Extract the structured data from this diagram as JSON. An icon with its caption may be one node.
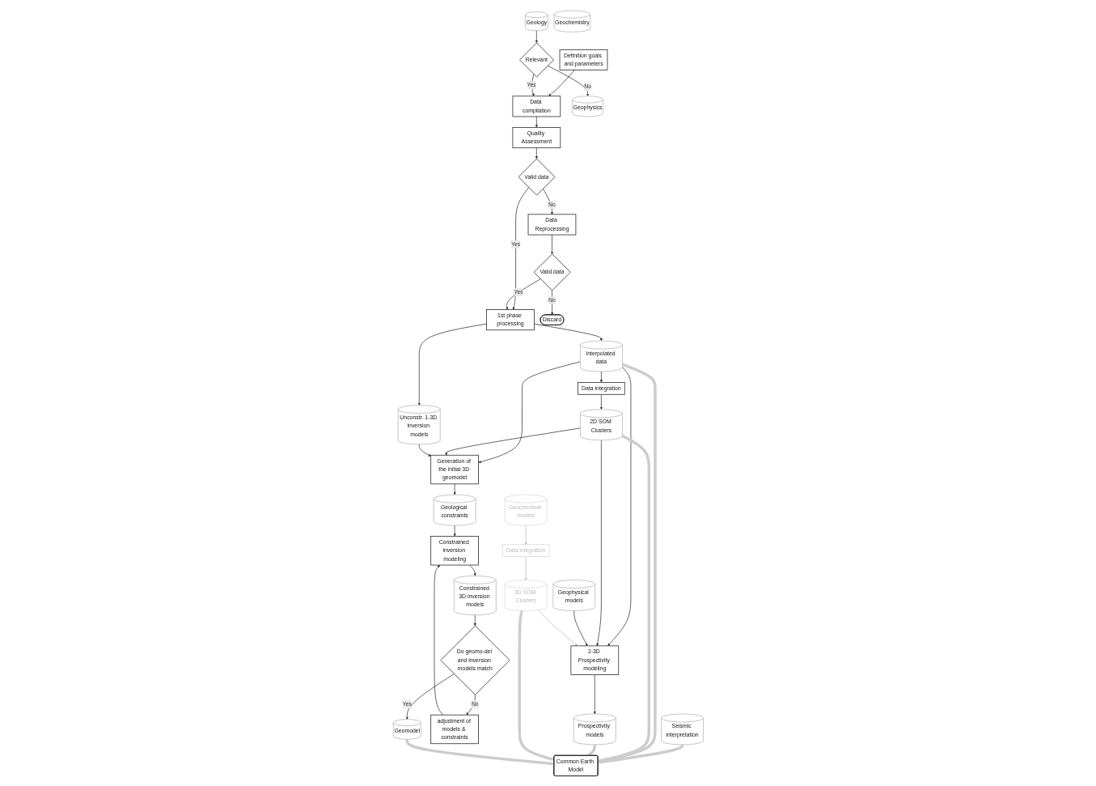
{
  "diagram": {
    "nodes": [
      {
        "text": [
          "Definition goals and parameters"
        ]
      },
      {
        "text": [
          "Data compilation"
        ]
      },
      {
        "text": [
          "Quality Assessment"
        ]
      },
      {
        "text": [
          "1st phase processing"
        ]
      },
      {
        "text": [
          "Interpolated data"
        ]
      },
      {
        "text": [
          "Data integration"
        ]
      },
      {
        "text": [
          "Generation of the initial 3D geomodel"
        ]
      },
      {
        "text": [
          "Relevant"
        ]
      },
      {
        "text": [
          "Valid data"
        ]
      },
      {
        "text": [
          "Unconstr. 1-3D inversion models"
        ]
      },
      {
        "text": [
          "2D SOM Clusters"
        ]
      },
      {
        "text": [
          "Geological constraints"
        ]
      },
      {
        "text": [
          "Seismic interpretation"
        ]
      },
      {
        "text": [
          "Geology"
        ]
      },
      {
        "text": [
          "Geophysics"
        ]
      },
      {
        "text": [
          "Geochemistry"
        ]
      },
      {
        "text": [
          "Data Reprocessing"
        ]
      },
      {
        "text": [
          "Constrained inversion modeling"
        ]
      },
      {
        "text": [
          "adjustment of models & constraints"
        ]
      },
      {
        "text": [
          "Do geomo-del and inversion models match"
        ]
      },
      {
        "text": [
          "Constrained 3D inversion models"
        ]
      },
      {
        "text": [
          "Valid data"
        ]
      },
      {
        "text": [
          "Discard"
        ]
      },
      {
        "text": [
          "Geomodel"
        ]
      },
      {
        "text": [
          "Geophysical models"
        ]
      },
      {
        "text": [
          "Geochemical models"
        ]
      },
      {
        "text": [
          "Prospectivity models"
        ]
      },
      {
        "text": [
          "2-3D Prospectivity modeling"
        ]
      },
      {
        "text": [
          "3D SOM Clusters"
        ]
      },
      {
        "text": [
          "Data integration"
        ]
      },
      {
        "text": [
          "Common Earth Model"
        ]
      }
    ],
    "edges": [
      {
        "from": 0,
        "to": 1,
        "arrow": "to"
      },
      {
        "from": 1,
        "to": 2,
        "arrow": "to"
      },
      {
        "from": 13,
        "to": 7,
        "arrow": "to"
      },
      {
        "from": 7,
        "to": 1,
        "label": "Yes",
        "arrow": "to"
      },
      {
        "from": 7,
        "to": 14,
        "label": "No",
        "arrow": "to"
      },
      {
        "from": 2,
        "to": 8,
        "arrow": "to"
      },
      {
        "from": 8,
        "to": 3,
        "label": "Yes",
        "arrow": "to"
      },
      {
        "from": 8,
        "to": 16,
        "label": "No",
        "arrow": "to"
      },
      {
        "from": 16,
        "to": 21,
        "arrow": "to"
      },
      {
        "from": 21,
        "to": 3,
        "label": "Yes",
        "arrow": "to"
      },
      {
        "from": 21,
        "to": 22,
        "label": "No",
        "arrow": "to"
      },
      {
        "from": 3,
        "to": 4,
        "arrow": "to"
      },
      {
        "from": 3,
        "to": 9,
        "arrow": "to"
      },
      {
        "from": 4,
        "to": 5,
        "arrow": "to"
      },
      {
        "from": 4,
        "to": 6,
        "arrow": "to"
      },
      {
        "from": 5,
        "to": 10,
        "arrow": "to"
      },
      {
        "from": 10,
        "to": 6,
        "arrow": "to"
      },
      {
        "from": 9,
        "to": 6,
        "arrow": "to"
      },
      {
        "from": 4,
        "to": 27,
        "arrow": "to"
      },
      {
        "from": 10,
        "to": 27,
        "arrow": "to"
      },
      {
        "from": 6,
        "to": 11,
        "arrow": "to"
      },
      {
        "from": 11,
        "to": 17,
        "arrow": "to"
      },
      {
        "from": 17,
        "to": 20,
        "arrow": "to"
      },
      {
        "from": 20,
        "to": 19,
        "arrow": "to"
      },
      {
        "from": 19,
        "to": 18,
        "label": "No",
        "arrow": "to"
      },
      {
        "from": 18,
        "to": 17,
        "arrow": "to"
      },
      {
        "from": 19,
        "to": 23,
        "label": "Yes",
        "arrow": "to"
      },
      {
        "from": 24,
        "to": 27,
        "arrow": "to"
      },
      {
        "from": 27,
        "to": 26,
        "arrow": "to"
      },
      {
        "from": 25,
        "to": 29,
        "arrow": "to",
        "color": "#bbbbbb"
      },
      {
        "from": 29,
        "to": 28,
        "arrow": "to",
        "color": "#bbbbbb"
      },
      {
        "from": 28,
        "to": 27,
        "arrow": "to",
        "color": "#bbbbbb"
      },
      {
        "from": 12,
        "to": 30,
        "arrow": "to",
        "style": "thick",
        "color": "#cccccc"
      },
      {
        "from": 4,
        "to": 30,
        "arrow": "to",
        "style": "thick",
        "color": "#cccccc"
      },
      {
        "from": 10,
        "to": 30,
        "arrow": "to",
        "style": "thick",
        "color": "#cccccc"
      },
      {
        "from": 26,
        "to": 30,
        "arrow": "to",
        "style": "thick",
        "color": "#cccccc"
      },
      {
        "from": 28,
        "to": 30,
        "arrow": "to",
        "style": "thick",
        "color": "#cccccc"
      },
      {
        "from": 23,
        "to": 30,
        "arrow": "to",
        "style": "thick",
        "color": "#cccccc"
      }
    ]
  }
}
